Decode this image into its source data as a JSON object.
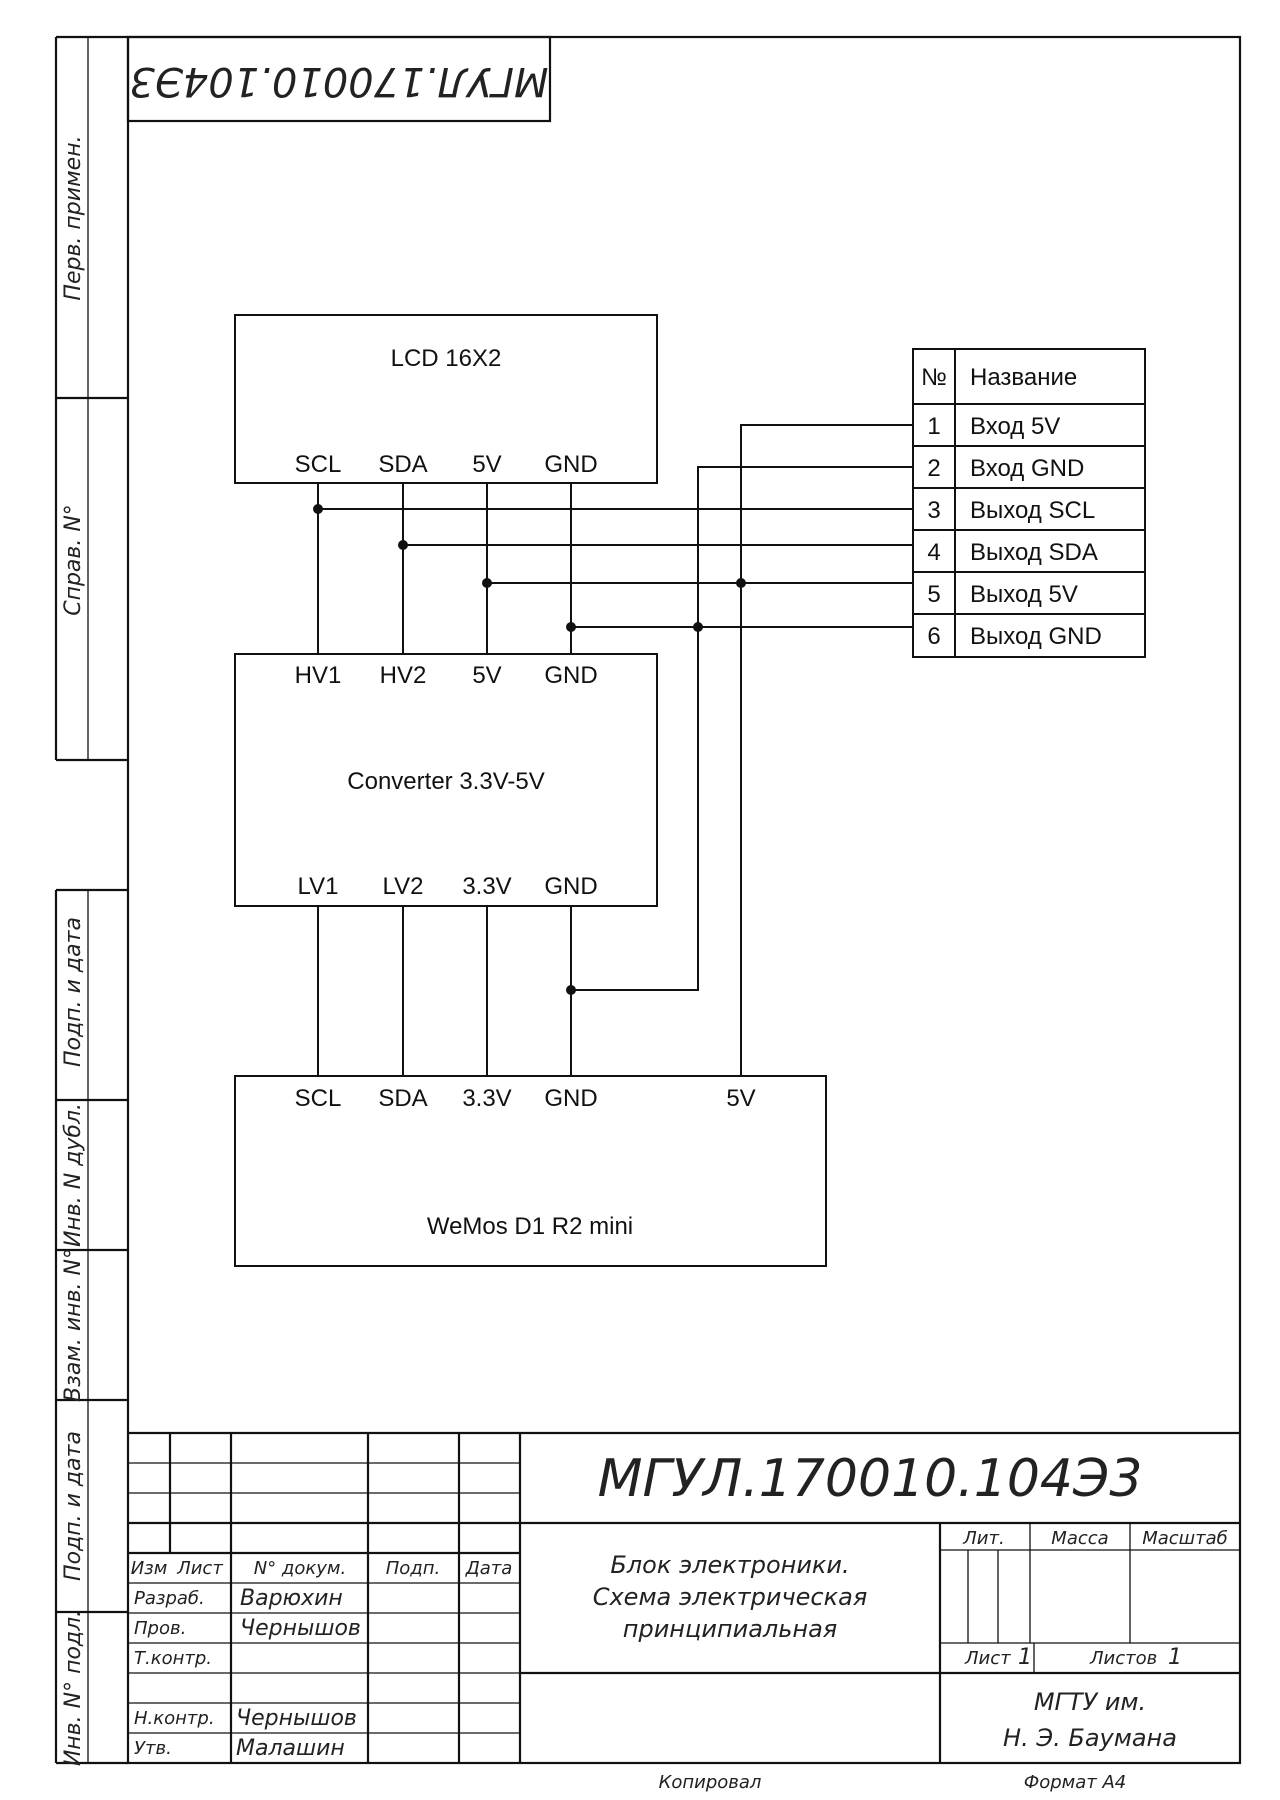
{
  "stamp_top_mirrored": "МГУЛ.170010.104Э3",
  "side_labels": {
    "perv_primen": "Перв. примен.",
    "sprav_no": "Справ. N°",
    "podp_data_1": "Подп. и дата",
    "inv_dubl": "Инв. N дубл.",
    "vzam_inv": "Взам. инв. N°",
    "podp_data_2": "Подп. и дата",
    "inv_podl": "Инв. N° подл."
  },
  "blocks": {
    "lcd": {
      "title": "LCD 16X2",
      "pins": [
        "SCL",
        "SDA",
        "5V",
        "GND"
      ]
    },
    "converter": {
      "title": "Converter 3.3V-5V",
      "top_pins": [
        "HV1",
        "HV2",
        "5V",
        "GND"
      ],
      "bottom_pins": [
        "LV1",
        "LV2",
        "3.3V",
        "GND"
      ]
    },
    "wemos": {
      "title": "WeMos D1 R2 mini",
      "pins": [
        "SCL",
        "SDA",
        "3.3V",
        "GND",
        "5V"
      ]
    }
  },
  "connector_table": {
    "header_no": "№",
    "header_name": "Название",
    "rows": [
      {
        "no": "1",
        "name": "Вход 5V"
      },
      {
        "no": "2",
        "name": "Вход GND"
      },
      {
        "no": "3",
        "name": "Выход SCL"
      },
      {
        "no": "4",
        "name": "Выход SDA"
      },
      {
        "no": "5",
        "name": "Выход 5V"
      },
      {
        "no": "6",
        "name": "Выход GND"
      }
    ]
  },
  "title_block": {
    "designation": "МГУЛ.170010.104Э3",
    "col_izm": "Изм",
    "col_list": "Лист",
    "col_doc": "N° докум.",
    "col_podp": "Подп.",
    "col_data": "Дата",
    "razrab_label": "Разраб.",
    "razrab_name": "Варюхин",
    "prov_label": "Пров.",
    "prov_name": "Чернышов",
    "tkontr_label": "Т.контр.",
    "nkontr_label": "Н.контр.",
    "nkontr_name": "Чернышов",
    "utv_label": "Утв.",
    "utv_name": "Малашин",
    "doc_title_1": "Блок электроники.",
    "doc_title_2": "Схема электрическая",
    "doc_title_3": "принципиальная",
    "lit_label": "Лит.",
    "massa_label": "Масса",
    "masshtab_label": "Масштаб",
    "sheet_label": "Лист",
    "sheet_value": "1",
    "sheets_label": "Листов",
    "sheets_value": "1",
    "org_1": "МГТУ им.",
    "org_2": "Н. Э. Баумана",
    "copied_label": "Копировал",
    "format_label": "Формат А4"
  }
}
